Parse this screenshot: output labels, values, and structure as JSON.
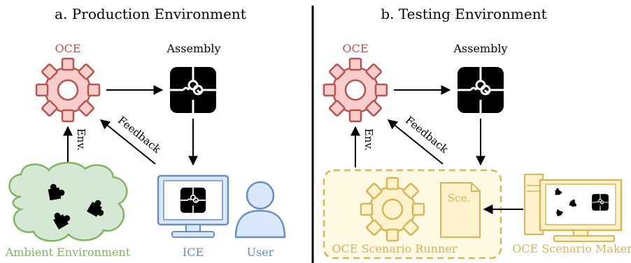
{
  "production": {
    "title": "a. Production Environment",
    "oce_label": "OCE",
    "assembly_label": "Assembly",
    "feedback_label": "Feedback",
    "env_label": "Env.",
    "ambient_label": "Ambient Environment",
    "ice_label": "ICE",
    "user_label": "User"
  },
  "testing": {
    "title": "b. Testing Environment",
    "oce_label": "OCE",
    "assembly_label": "Assembly",
    "feedback_label": "Feedback",
    "env_label": "Env.",
    "scenario_doc_label": "Sce.",
    "runner_label": "OCE Scenario Runner",
    "maker_label": "OCE Scenario Maker"
  },
  "colors": {
    "oce_stroke": "#b85450",
    "oce_fill": "#f8cecc",
    "ambient_stroke": "#82b366",
    "ambient_fill": "#d5e8d4",
    "ice_stroke": "#6c8ebf",
    "ice_fill": "#dae8fc",
    "yellow_stroke": "#d6b656",
    "yellow_fill": "#fff2cc"
  }
}
